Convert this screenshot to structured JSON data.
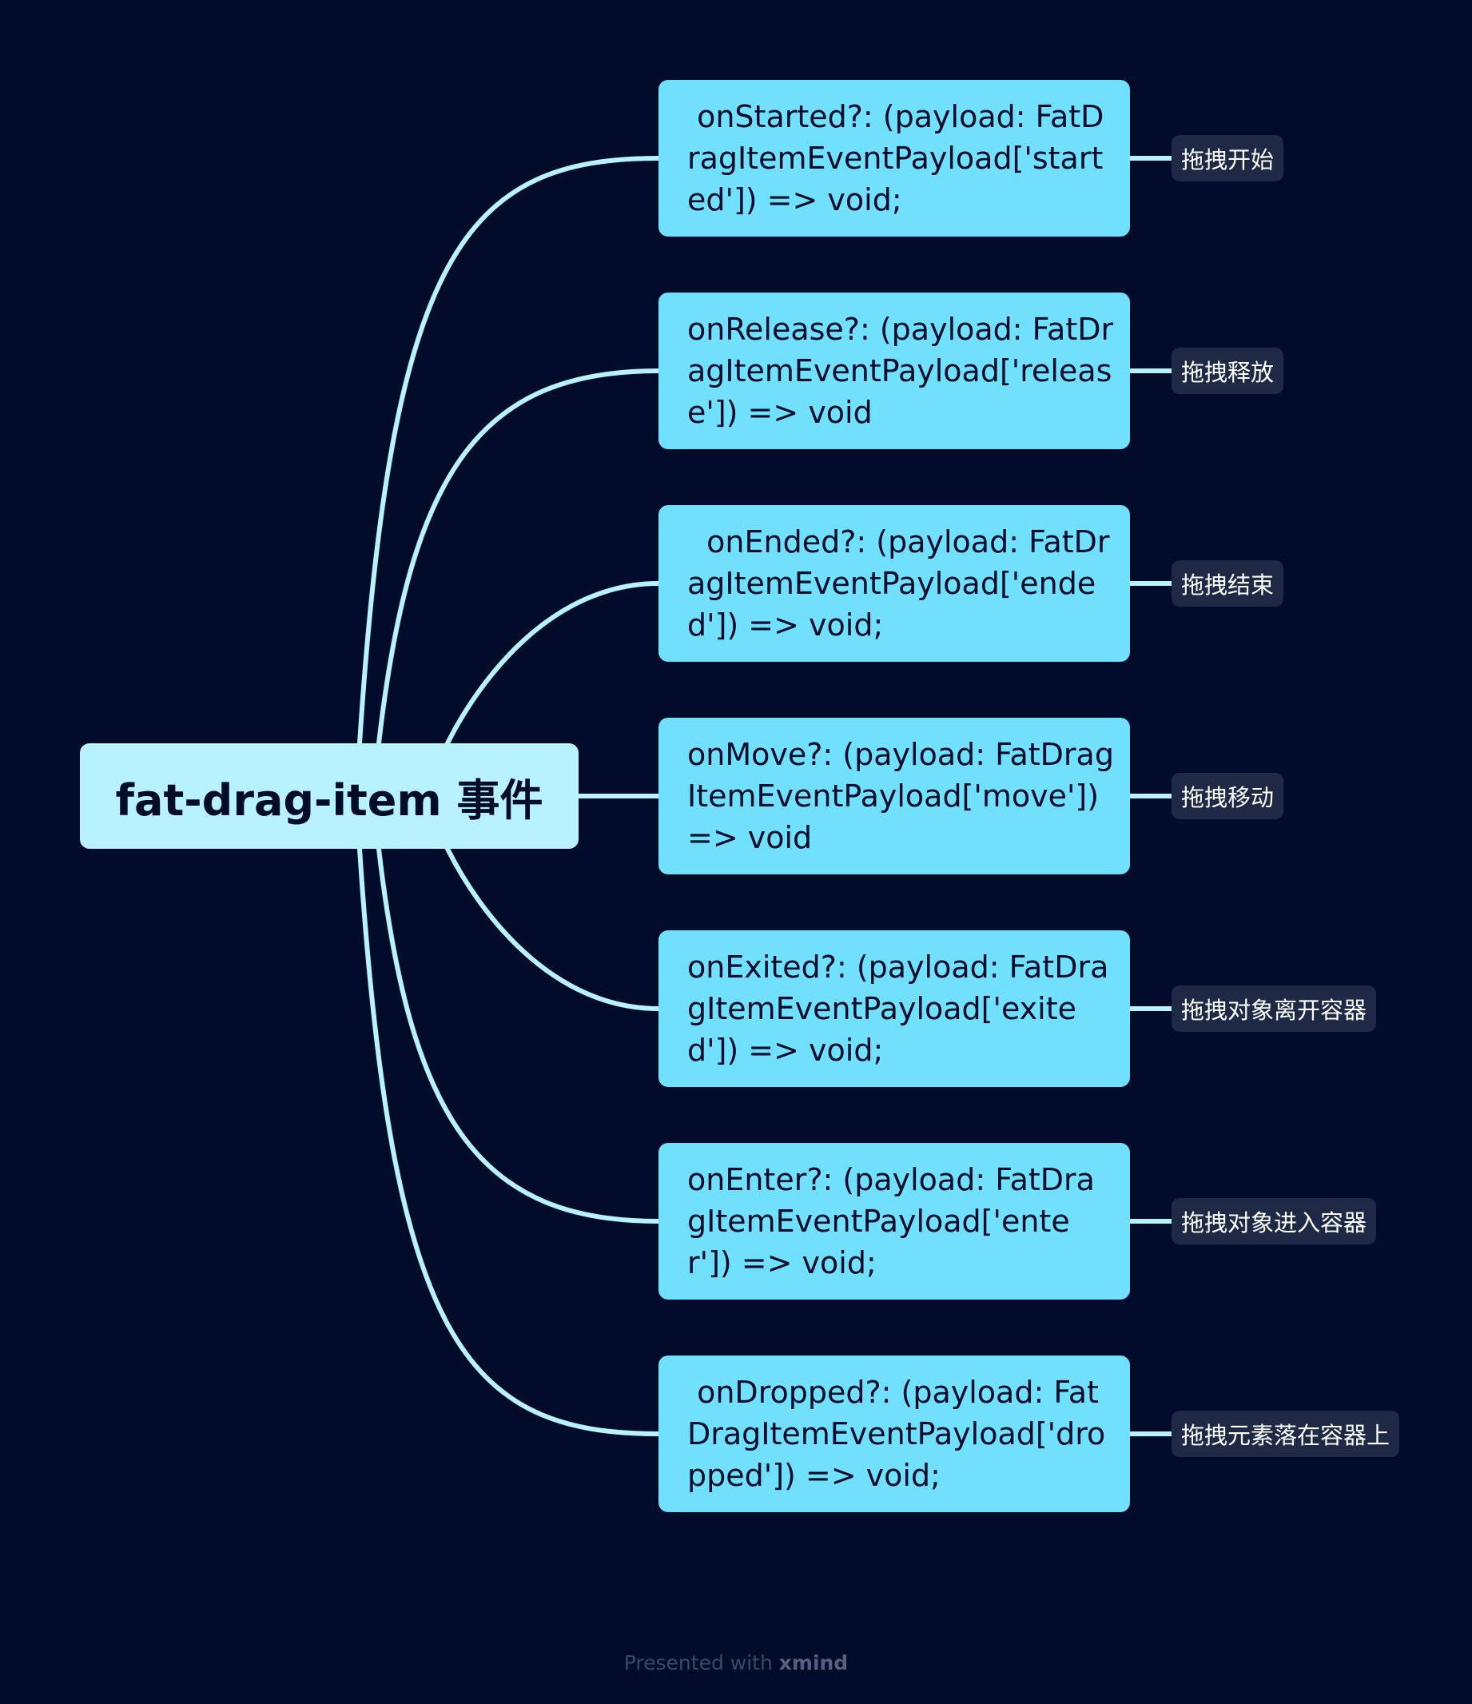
{
  "root": {
    "label": "fat-drag-item 事件"
  },
  "branches": [
    {
      "text": " onStarted?: (payload: FatDragItemEventPayload['started']) => void;",
      "note": "拖拽开始"
    },
    {
      "text": "onRelease?: (payload: FatDragItemEventPayload['release']) => void",
      "note": "拖拽释放"
    },
    {
      "text": "  onEnded?: (payload: FatDragItemEventPayload['ended']) => void;",
      "note": "拖拽结束"
    },
    {
      "text": "onMove?: (payload: FatDragItemEventPayload['move']) => void",
      "note": "拖拽移动"
    },
    {
      "text": "onExited?: (payload: FatDragItemEventPayload['exited']) => void;",
      "note": "拖拽对象离开容器"
    },
    {
      "text": "onEnter?: (payload: FatDragItemEventPayload['enter']) => void;",
      "note": "拖拽对象进入容器"
    },
    {
      "text": " onDropped?: (payload: FatDragItemEventPayload['dropped']) => void;",
      "note": "拖拽元素落在容器上"
    }
  ],
  "footer": {
    "prefix": "Presented with ",
    "brand": "xmind"
  },
  "colors": {
    "background": "#000c2a",
    "root_fill": "#b8f1ff",
    "topic_fill": "#70e0fd",
    "connector": "#b8f1ff",
    "label_fill": "#1e2a45"
  }
}
